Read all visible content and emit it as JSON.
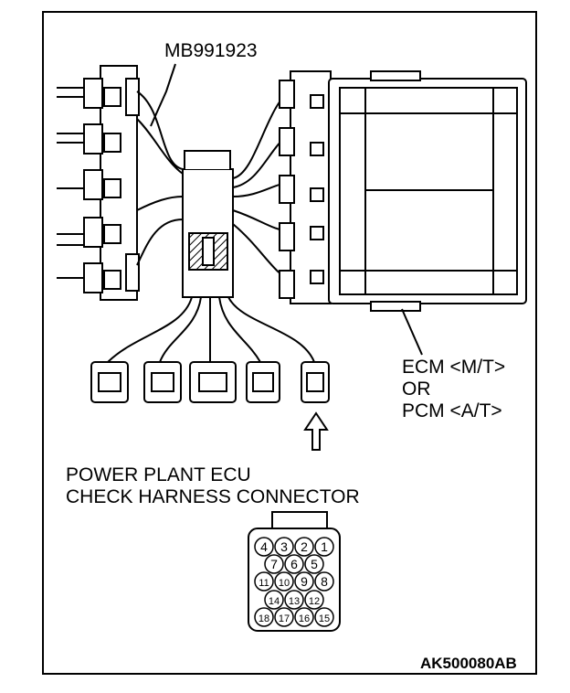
{
  "tool_label": "MB991923",
  "ecu_label": {
    "line1": "ECM <M/T>",
    "line2": "OR",
    "line3": "PCM <A/T>"
  },
  "check_connector_label": {
    "line1": "POWER PLANT ECU",
    "line2": "CHECK HARNESS CONNECTOR"
  },
  "pins": {
    "row1": [
      "4",
      "3",
      "2",
      "1"
    ],
    "row2": [
      "7",
      "6",
      "5"
    ],
    "row3": [
      "11",
      "10",
      "9",
      "8"
    ],
    "row4": [
      "14",
      "13",
      "12"
    ],
    "row5": [
      "18",
      "17",
      "16",
      "15"
    ]
  },
  "figure_code": "AK500080AB"
}
